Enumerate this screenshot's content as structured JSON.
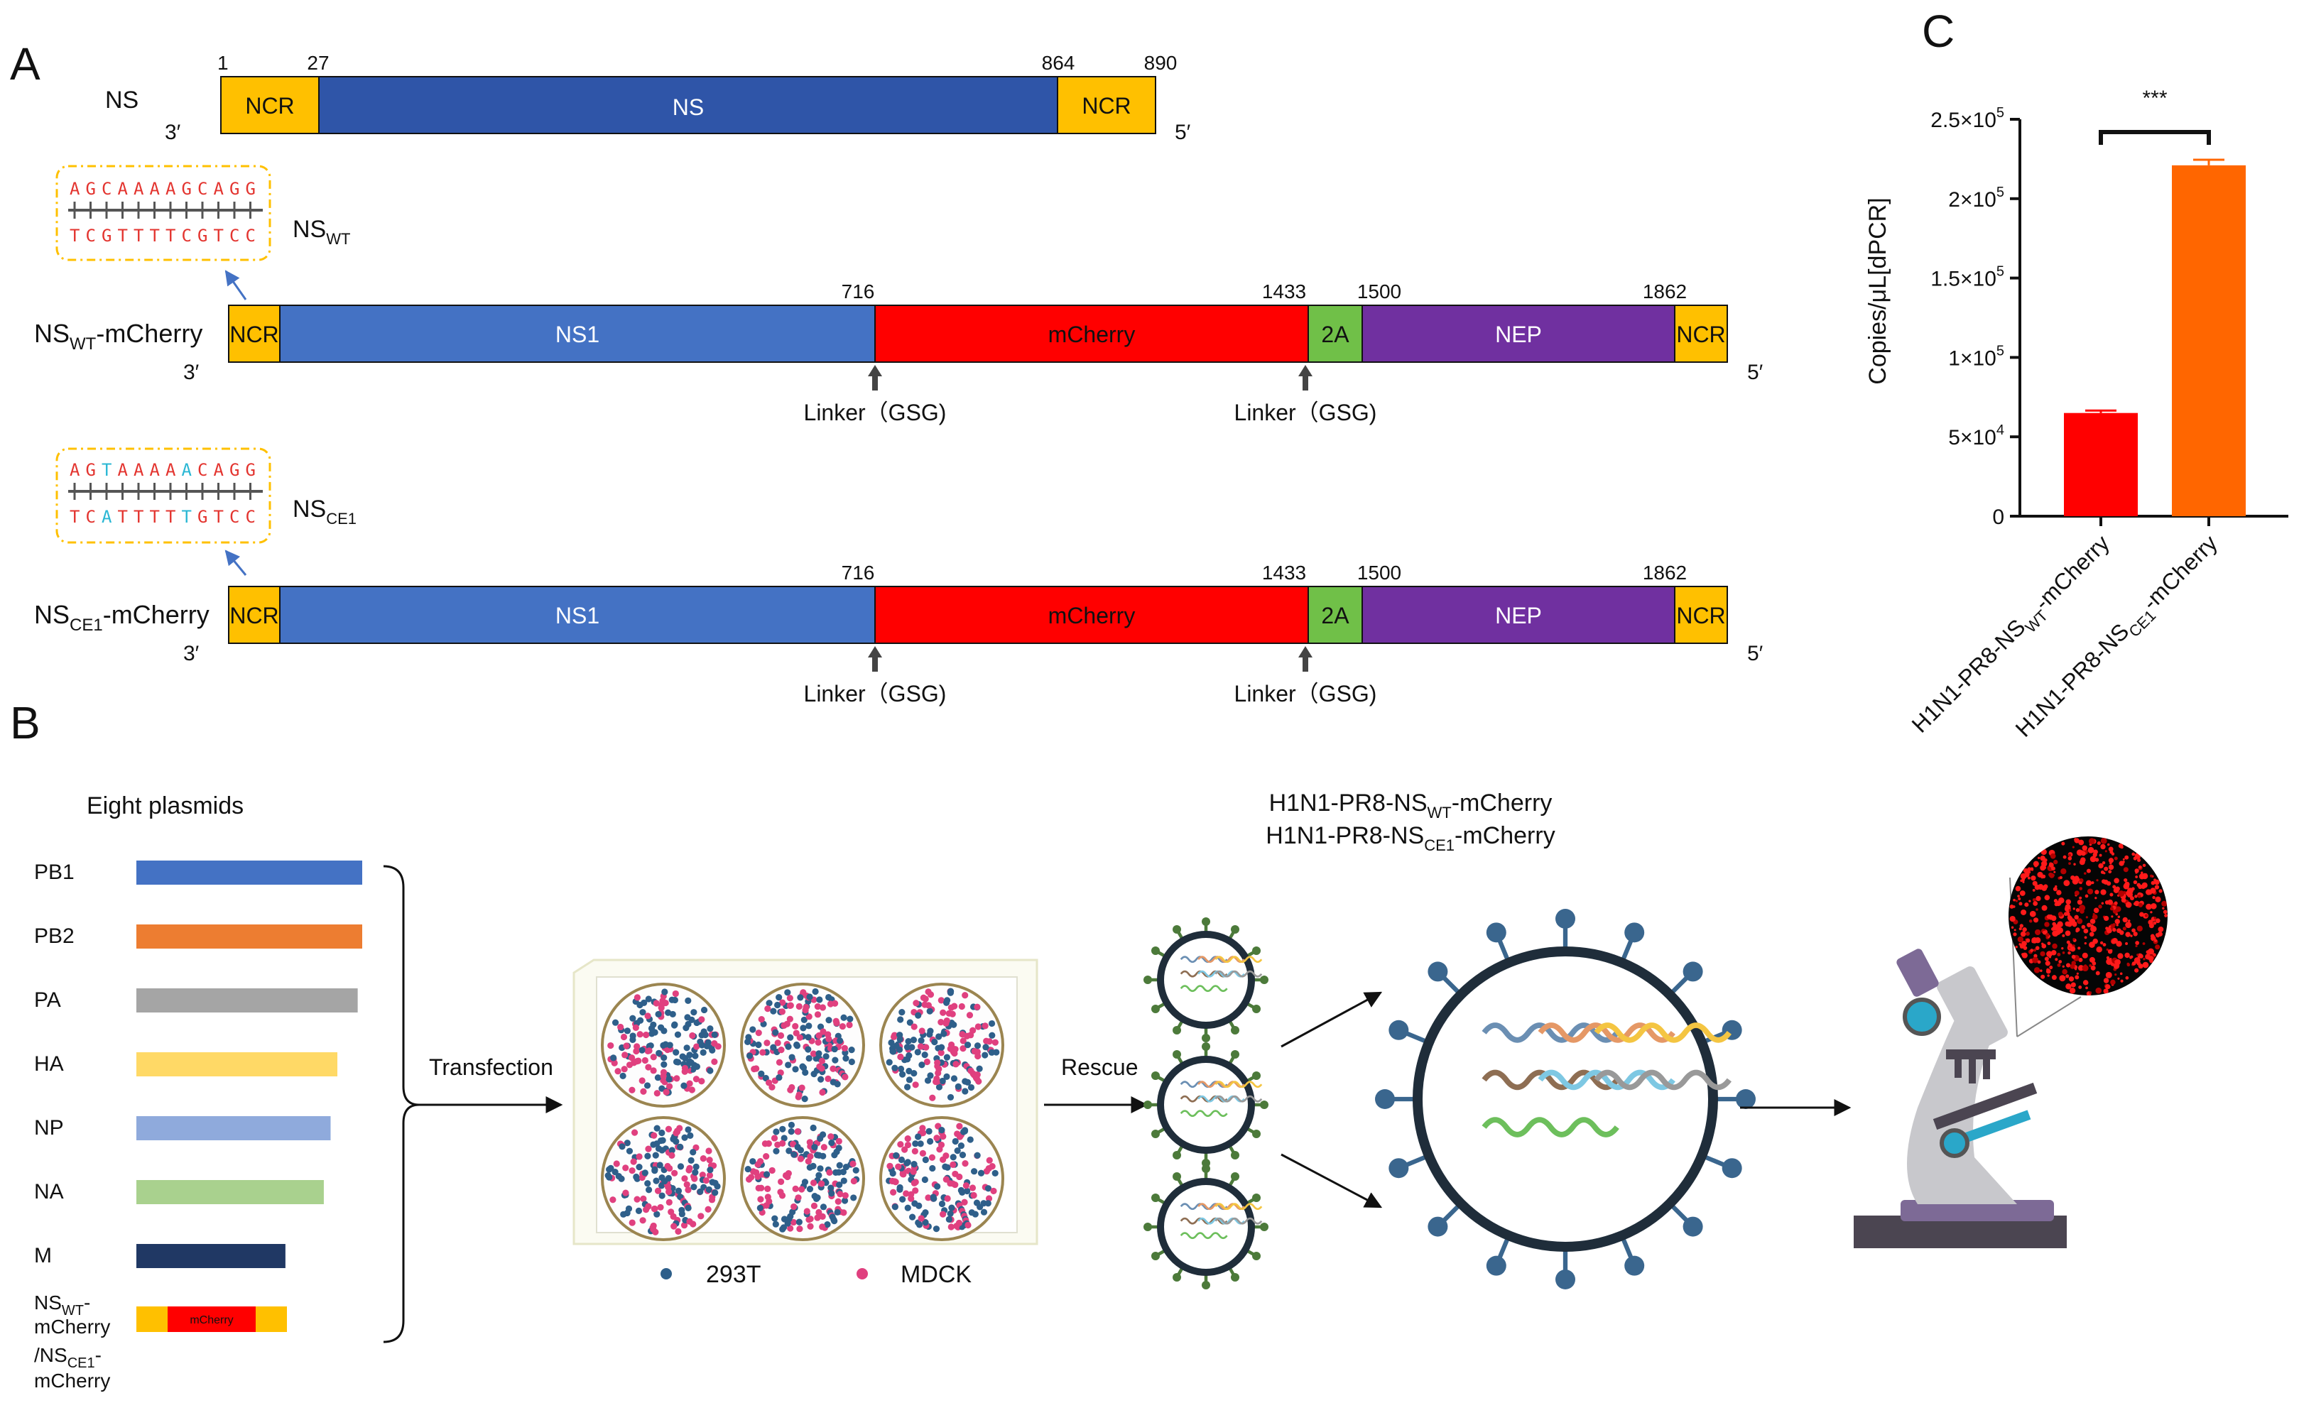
{
  "panels": {
    "a": "A",
    "b": "B",
    "c": "C"
  },
  "ns_bar": {
    "name": "NS",
    "end3": "3′",
    "end5": "5′",
    "pos": [
      "1",
      "27",
      "864",
      "890"
    ],
    "segments": [
      "NCR",
      "NS",
      "NCR"
    ]
  },
  "seq_wt": {
    "top": "AGCAAAAGCAGG",
    "bottom": "TCGTTTTCGTCC",
    "label_main": "NS",
    "label_sub": "WT"
  },
  "seq_ce1": {
    "top": "AGTAAAAACAGG",
    "bottom": "TCATTTTTGTCC",
    "label_main": "NS",
    "label_sub": "CE1"
  },
  "construct_wt": {
    "label_main": "NS",
    "label_sub": "WT",
    "label_suffix": "-mCherry",
    "end3": "3′",
    "end5": "5′",
    "pos": [
      "716",
      "1433",
      "1500",
      "1862"
    ],
    "segments": [
      "NCR",
      "NS1",
      "mCherry",
      "2A",
      "NEP",
      "NCR"
    ],
    "linker": "Linker（GSG)"
  },
  "construct_ce1": {
    "label_main": "NS",
    "label_sub": "CE1",
    "label_suffix": "-mCherry",
    "end3": "3′",
    "end5": "5′",
    "pos": [
      "716",
      "1433",
      "1500",
      "1862"
    ],
    "segments": [
      "NCR",
      "NS1",
      "mCherry",
      "2A",
      "NEP",
      "NCR"
    ],
    "linker": "Linker（GSG)"
  },
  "panel_b": {
    "title": "Eight plasmids",
    "plasmids": [
      {
        "name": "PB1",
        "color": "#4472c4",
        "fraction": 1.0
      },
      {
        "name": "PB2",
        "color": "#ed7d31",
        "fraction": 1.0
      },
      {
        "name": "PA",
        "color": "#a5a5a5",
        "fraction": 0.98
      },
      {
        "name": "HA",
        "color": "#ffd966",
        "fraction": 0.89
      },
      {
        "name": "NP",
        "color": "#8faadc",
        "fraction": 0.86
      },
      {
        "name": "NA",
        "color": "#a9d18e",
        "fraction": 0.83
      },
      {
        "name": "M",
        "color": "#203864",
        "fraction": 0.66
      }
    ],
    "last_plasmid_lines": [
      "NS",
      "-",
      "mCherry",
      "/NS",
      "-",
      "mCherry"
    ],
    "last_plasmid_subs": [
      "WT",
      "CE1"
    ],
    "mcherry_label": "mCherry",
    "transfection": "Transfection",
    "rescue": "Rescue",
    "virus_title_1": "H1N1-PR8-NS",
    "virus_title_1_sub": "WT",
    "virus_title_1_suffix": "-mCherry",
    "virus_title_2": "H1N1-PR8-NS",
    "virus_title_2_sub": "CE1",
    "virus_title_2_suffix": "-mCherry",
    "legend": [
      {
        "label": "293T",
        "color": "#2e5f8a"
      },
      {
        "label": "MDCK",
        "color": "#e0407f"
      }
    ]
  },
  "chart_data": {
    "type": "bar",
    "categories": [
      "H1N1-PR8-NSWT-mCherry",
      "H1N1-PR8-NSCE1-mCherry"
    ],
    "category_parts": [
      {
        "main": "H1N1-PR8-NS",
        "sub": "WT",
        "suffix": "-mCherry"
      },
      {
        "main": "H1N1-PR8-NS",
        "sub": "CE1",
        "suffix": "-mCherry"
      }
    ],
    "values": [
      65000,
      221000
    ],
    "errors": [
      1500,
      3500
    ],
    "colors": [
      "#ff0000",
      "#ff6600"
    ],
    "ylabel": "Copies/μL[dPCR]",
    "ylim": [
      0,
      250000
    ],
    "yticks": [
      {
        "value": 0,
        "mant": "0",
        "exp": ""
      },
      {
        "value": 50000,
        "mant": "5×10",
        "exp": "4"
      },
      {
        "value": 100000,
        "mant": "1×10",
        "exp": "5"
      },
      {
        "value": 150000,
        "mant": "1.5×10",
        "exp": "5"
      },
      {
        "value": 200000,
        "mant": "2×10",
        "exp": "5"
      },
      {
        "value": 250000,
        "mant": "2.5×10",
        "exp": "5"
      }
    ],
    "significance": "***"
  }
}
